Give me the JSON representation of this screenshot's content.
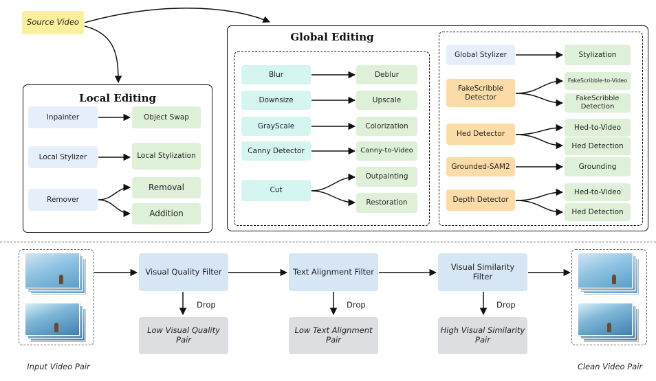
{
  "source": {
    "label": "Source Video"
  },
  "local": {
    "title": "Local Editing",
    "inpainter": "Inpainter",
    "object_swap": "Object Swap",
    "local_stylizer": "Local Stylizer",
    "local_stylization": "Local Stylization",
    "remover": "Remover",
    "removal": "Removal",
    "addition": "Addition"
  },
  "global": {
    "title": "Global Editing",
    "blur": "Blur",
    "deblur": "Deblur",
    "downsize": "Downsize",
    "upscale": "Upscale",
    "grayscale": "GrayScale",
    "colorization": "Colorization",
    "canny": "Canny Detector",
    "canny_to_video": "Canny-to-Video",
    "cut": "Cut",
    "outpainting": "Outpainting",
    "restoration": "Restoration",
    "global_stylizer": "Global Stylizer",
    "stylization": "Stylization",
    "fakescribble_detector": "FakeScribble Detector",
    "fakescribble_to_video": "FakeScribble-to-Video",
    "fakescribble_detection": "FakeScribble Detection",
    "hed_detector": "Hed Detector",
    "hed_to_video_1": "Hed-to-Video",
    "hed_detection_1": "Hed Detection",
    "grounded_sam2": "Grounded-SAM2",
    "grounding": "Grounding",
    "depth_detector": "Depth Detector",
    "hed_to_video_2": "Hed-to-Video",
    "hed_detection_2": "Hed Detection"
  },
  "filters": {
    "visual_quality": "Visual Quality Filter",
    "text_alignment": "Text Alignment Filter",
    "visual_similarity": "Visual Similarity Filter",
    "drop_1": "Drop",
    "drop_2": "Drop",
    "drop_3": "Drop",
    "low_visual_quality": "Low Visual Quality Pair",
    "low_text_alignment": "Low Text Alignment Pair",
    "high_visual_similarity": "High Visual Similarity Pair"
  },
  "captions": {
    "input": "Input Video Pair",
    "clean": "Clean Video Pair"
  }
}
